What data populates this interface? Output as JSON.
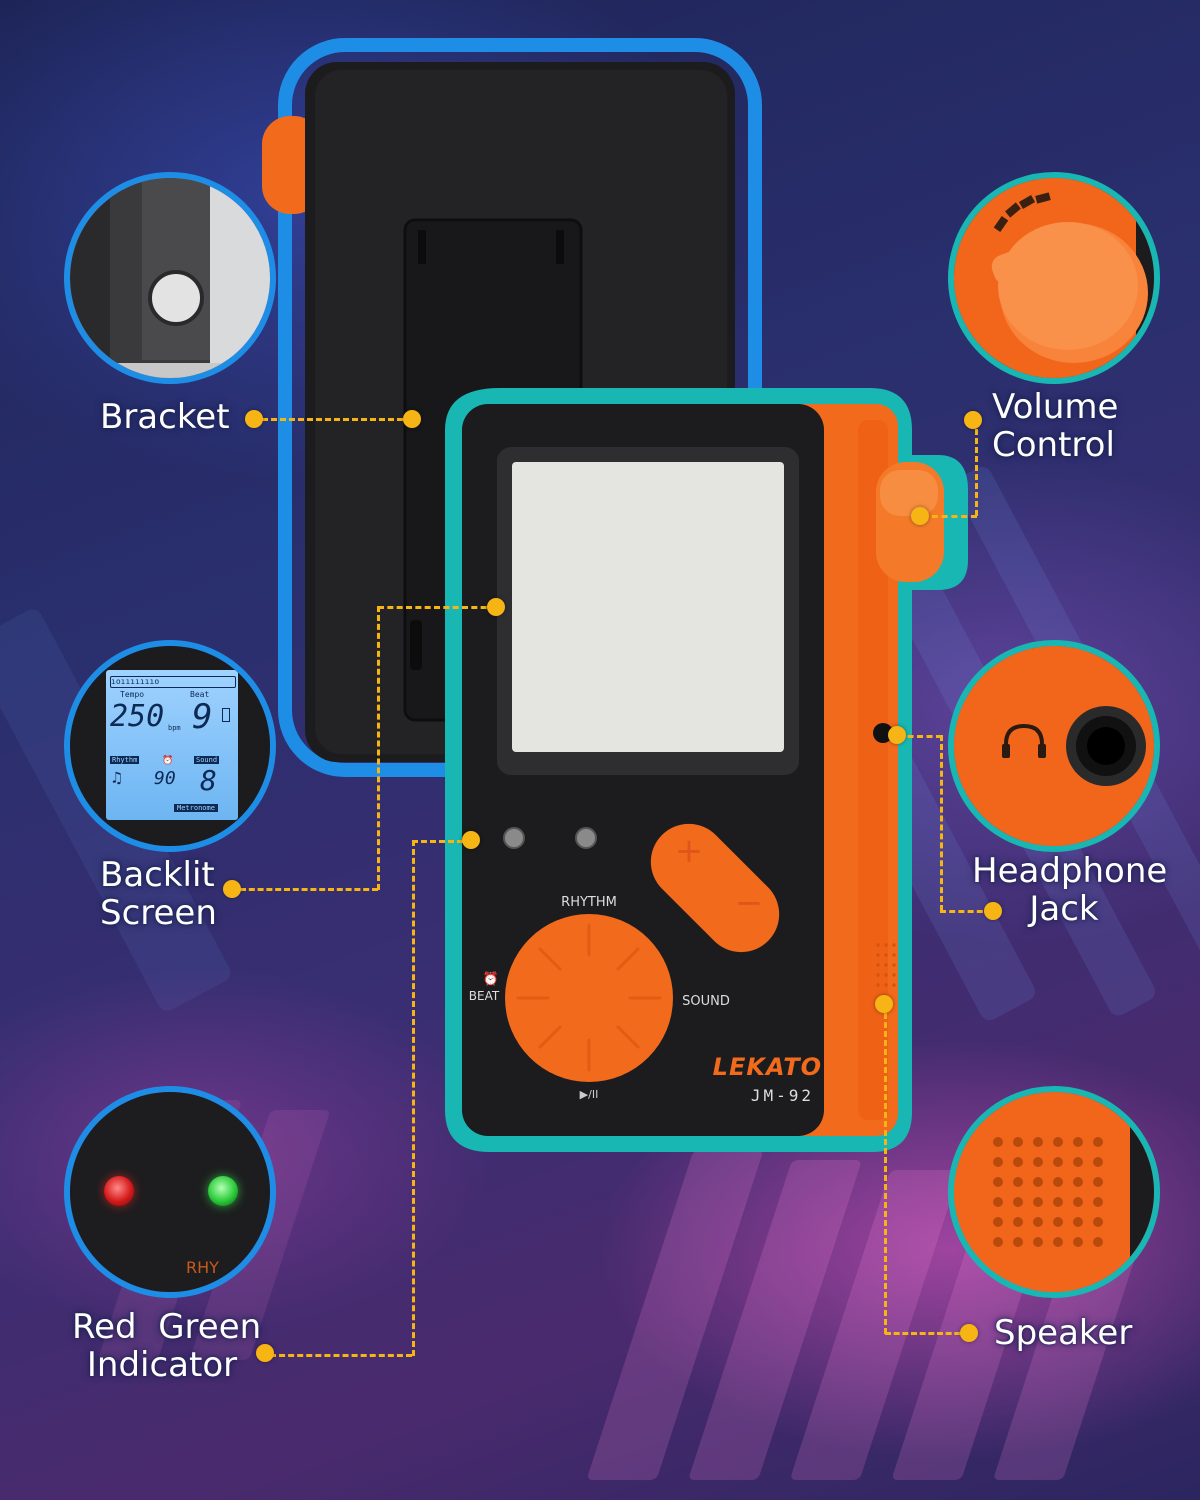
{
  "product": {
    "brand": "LEKATO",
    "model": "JM-92",
    "buttons": {
      "rhythm": "RHYTHM",
      "beat": "BEAT",
      "sound": "SOUND",
      "play_pause": "▶/II",
      "plus": "+",
      "minus": "−"
    }
  },
  "callouts": {
    "bracket": "Bracket",
    "backlit_line1": "Backlit",
    "backlit_line2": "Screen",
    "indicator_line1": "Red  Green",
    "indicator_line2": "Indicator",
    "volume_line1": "Volume",
    "volume_line2": "Control",
    "headphone_line1": "Headphone",
    "headphone_line2": "Jack",
    "speaker": "Speaker"
  },
  "lcd": {
    "tempo_label": "Tempo",
    "beat_label": "Beat",
    "tempo_value": "250",
    "bpm": "bpm",
    "beat_value": "9",
    "rhythm_label": "Rhythm",
    "timer_value": "90",
    "sound_label": "Sound",
    "sound_value": "8",
    "mode": "Metronome"
  },
  "indicator_zoom_text": "RHY",
  "colors": {
    "accent_orange": "#f26a1b",
    "frame_blue": "#1e8de6",
    "frame_teal": "#19b7b3",
    "callout_yellow": "#f6b515",
    "body_black": "#1c1c1e"
  }
}
